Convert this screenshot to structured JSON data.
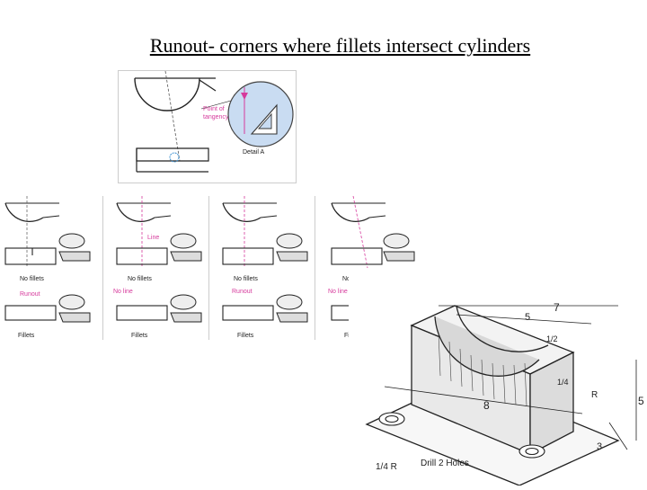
{
  "slide": {
    "title": "Runout- corners where fillets intersect cylinders"
  },
  "detail_figure": {
    "point_label_1": "Point of",
    "point_label_2": "tangency",
    "detail_label": "Detail A"
  },
  "panels": [
    {
      "top_label": "",
      "top_note": "No fillets",
      "bottom_note": "Runout",
      "bottom_caption": "Fillets"
    },
    {
      "top_label": "Line",
      "top_note": "No fillets",
      "bottom_note": "No line",
      "bottom_caption": "Fillets"
    },
    {
      "top_label": "",
      "top_note": "No fillets",
      "bottom_note": "Runout",
      "bottom_caption": "Fillets"
    },
    {
      "top_label": "",
      "top_note": "No fillets",
      "bottom_note": "No line",
      "bottom_caption": "Fillets"
    }
  ],
  "iso_drawing": {
    "dims": [
      "7",
      "5",
      "8",
      "5",
      "3",
      "1/2",
      "1/4",
      "R"
    ],
    "drill_note": "Drill 2 Holes",
    "radius_note": "1/4 R"
  },
  "colors": {
    "accent": "#d63a9c",
    "detail_fill": "#c9dcf2"
  }
}
